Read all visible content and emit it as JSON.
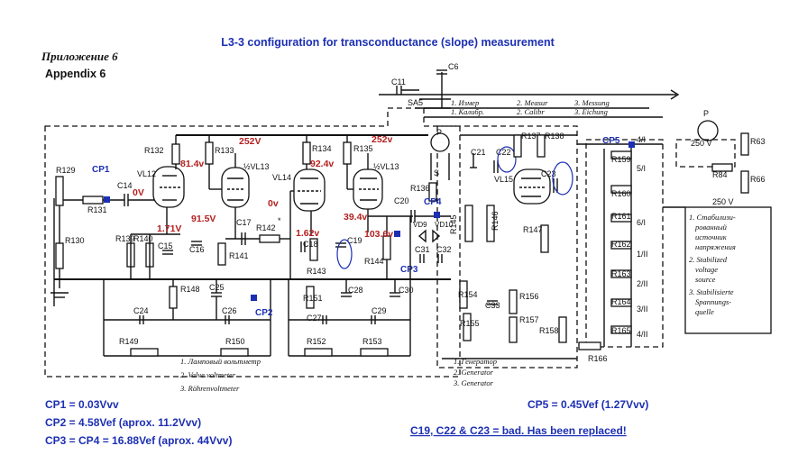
{
  "title": "L3-3 configuration for transconductance (slope) measurement",
  "appendix": {
    "ru": "Приложение 6",
    "en": "Appendix 6"
  },
  "voltages": {
    "v1": "81.4v",
    "v2": "252V",
    "v3": "92.4v",
    "v4": "252v",
    "v5": "0V",
    "v6": "1.71V",
    "v7": "91.5V",
    "v8": "0v",
    "v9": "1.62v",
    "v10": "39.4v",
    "v11": "103.6v"
  },
  "checkpoints": {
    "cp1": "CP1",
    "cp2": "CP2",
    "cp3": "CP3",
    "cp4": "CP4",
    "cp5": "CP5"
  },
  "notes": {
    "cp1": "CP1 = 0.03Vvv",
    "cp2": "CP2 = 4.58Vef (aprox. 11.2Vvv)",
    "cp3": "CP3 = CP4 =  16.88Vef (aprox. 44Vvv)",
    "cp5": "CP5 = 0.45Vef (1.27Vvv)",
    "bad": "C19, C22 & C23 = bad. Has been replaced!"
  },
  "switch": {
    "name": "SA5",
    "items": [
      "1. Измер",
      "2. Measur",
      "3. Messung",
      "1. Калибр.",
      "2. Calibr",
      "3. Eichung"
    ]
  },
  "legend_voltmeter": [
    "1. Ламповый вольтметр",
    "2. Valve voltmeter",
    "3. Röhrenvoltmeter"
  ],
  "legend_generator": [
    "1. Генератор",
    "2. Generator",
    "3. Generator"
  ],
  "power_block": {
    "voltage": "250 V",
    "lines": [
      "1. Стабилизи-",
      "рованный",
      "источник",
      "напряжения",
      "2. Stabilized",
      "voltage",
      "source",
      "3. Stabilisierte",
      "Spannungs-",
      "quelle"
    ]
  },
  "meter": {
    "name": "P",
    "range": "250 V",
    "r1": "R63",
    "r2": "R84",
    "r3": "R66"
  },
  "tubes": {
    "vl12": "VL12",
    "vl13": "½VL13",
    "vl14": "VL14",
    "vl13b": "½VL13",
    "vl15": "VL15"
  },
  "components": {
    "r129": "R129",
    "r130": "R130",
    "r131": "R131",
    "r132": "R132",
    "r133": "R133",
    "r134": "R134",
    "r135": "R135",
    "r136": "R136",
    "r137": "R137",
    "r138": "R138",
    "r139": "R139",
    "r140": "R140",
    "r141": "R141",
    "r142": "R142",
    "r143": "R143",
    "r144": "R144",
    "r145": "R145",
    "r146": "R146",
    "r147": "R147",
    "r148": "R148",
    "r149": "R149",
    "r150": "R150",
    "r151": "R151",
    "r152": "R152",
    "r153": "R153",
    "r154": "R154",
    "r155": "R155",
    "r156": "R156",
    "r157": "R157",
    "r158": "R158",
    "r159": "R159",
    "r160": "R160",
    "r161": "R161",
    "r162": "R162",
    "r163": "R163",
    "r164": "R164",
    "r165": "R165",
    "r166": "R166",
    "c6": "C6",
    "c11": "C11",
    "c14": "C14",
    "c15": "C15",
    "c16": "C16",
    "c17": "C17",
    "c18": "C18",
    "c19": "C19",
    "c20": "C20",
    "c21": "C21",
    "c22": "C22",
    "c23": "C23",
    "c24": "C24",
    "c25": "C25",
    "c26": "C26",
    "c27": "C27",
    "c28": "C28",
    "c29": "C29",
    "c30": "C30",
    "c31": "C31",
    "c32": "C32",
    "c33": "C33",
    "vd9": "VD9",
    "vd10": "VD10",
    "p2": "P",
    "s": "S"
  },
  "range_labels": [
    "4/I",
    "5/I",
    "6/I",
    "1/II",
    "2/II",
    "3/II",
    "4/II"
  ],
  "star": "*"
}
